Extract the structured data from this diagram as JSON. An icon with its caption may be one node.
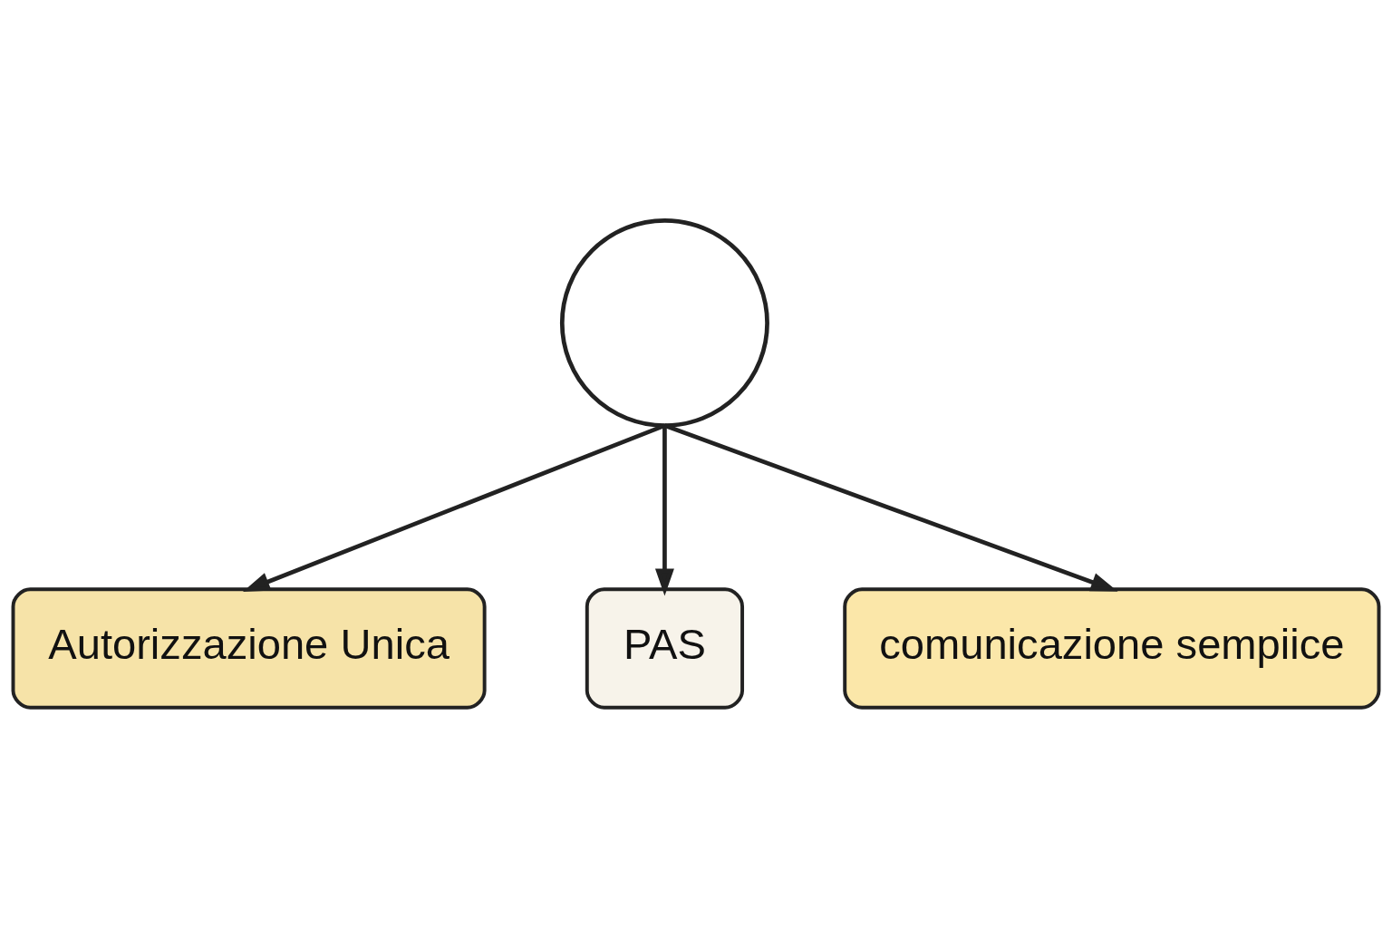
{
  "diagram": {
    "nodes": [
      {
        "text": [],
        "shape": "circle"
      },
      {
        "text": [
          "Autorizzazione Unica"
        ]
      },
      {
        "text": [
          "PAS"
        ]
      },
      {
        "text": [
          "comunicazione sempiice"
        ]
      }
    ],
    "edges": [
      {
        "from": 0,
        "to": 1,
        "arrow": "to"
      },
      {
        "from": 0,
        "to": 2,
        "arrow": "to"
      },
      {
        "from": 0,
        "to": 3,
        "arrow": "to"
      }
    ]
  }
}
